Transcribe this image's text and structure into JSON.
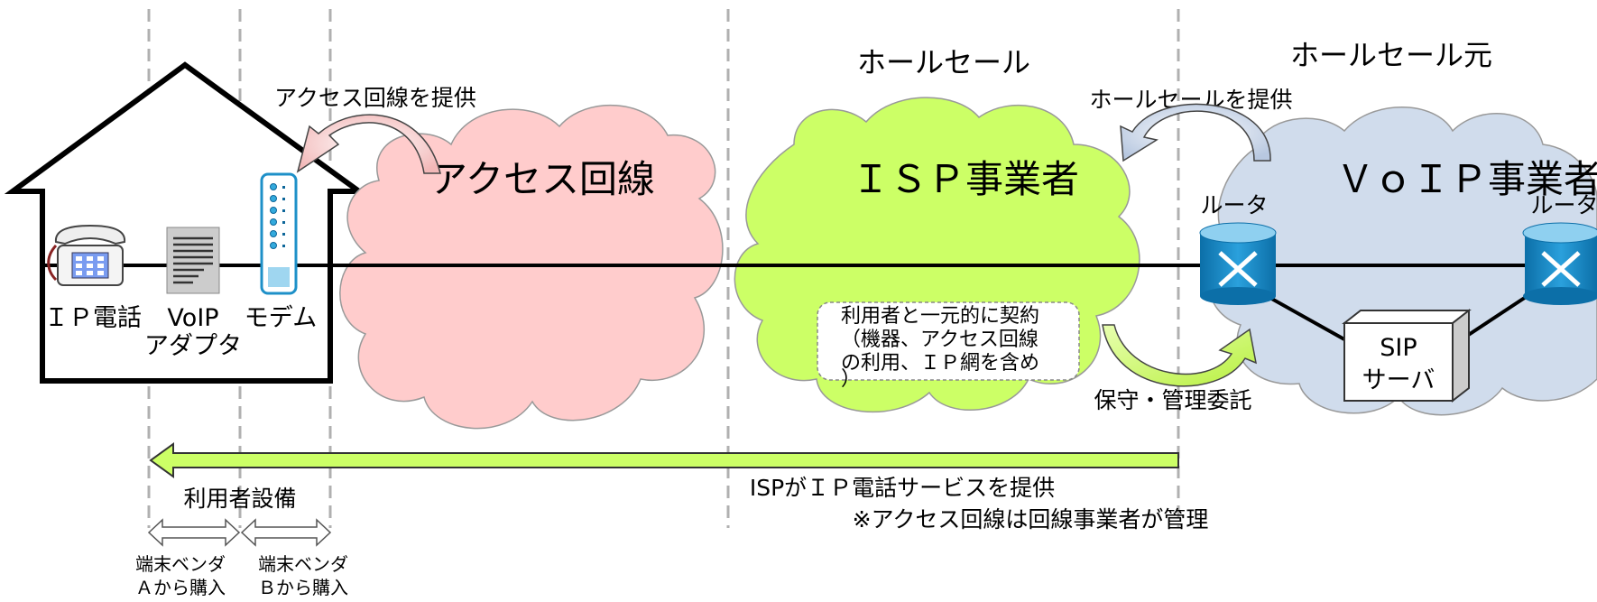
{
  "headers": {
    "wholesale": "ホールセール",
    "wholesale_origin": "ホールセール元"
  },
  "labels": {
    "provide_access": "アクセス回線を提供",
    "provide_wholesale": "ホールセールを提供",
    "maintenance": "保守・管理委託",
    "isp_service": "ISPがＩＰ電話サービスを提供",
    "access_note": "※アクセス回線は回線事業者が管理",
    "user_equipment": "利用者設備"
  },
  "clouds": {
    "access": "アクセス回線",
    "isp": "ＩＳＰ事業者",
    "voip": "ＶｏＩＰ事業者"
  },
  "devices": {
    "ip_phone": "ＩＰ電話",
    "voip_adapter_line1": "VoIP",
    "voip_adapter_line2": "アダプタ",
    "modem": "モデム",
    "router_left": "ルータ",
    "router_right": "ルータ",
    "sip_line1": "SIP",
    "sip_line2": "サーバ"
  },
  "callout": {
    "line1": "利用者と一元的に契約",
    "line2": "（機器、アクセス回線",
    "line3": "の利用、ＩＰ網を含め",
    "line4": "）"
  },
  "vendors": {
    "a_line1": "端末ベンダ",
    "a_line2": "Ａから購入",
    "b_line1": "端末ベンダ",
    "b_line2": "Ｂから購入"
  },
  "colors": {
    "access_cloud": "#ffcccc",
    "isp_cloud": "#ccff66",
    "voip_cloud": "#d0dcec",
    "router": "#1e90c8",
    "arrow_green": "#ccff66",
    "arrow_pink": "#f2b8b8",
    "arrow_blue": "#c8d6e8",
    "divider": "#b0b0b0"
  }
}
